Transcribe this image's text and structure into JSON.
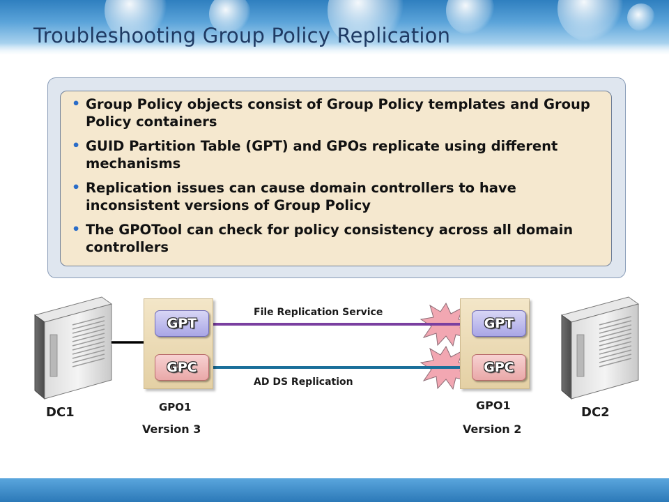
{
  "slide": {
    "title": "Troubleshooting Group Policy Replication"
  },
  "bullets": [
    "Group Policy objects consist of Group Policy templates and Group Policy containers",
    "GUID Partition Table (GPT) and GPOs replicate using different mechanisms",
    "Replication issues can cause domain controllers to have inconsistent versions of Group Policy",
    "The GPOTool can check for policy consistency across all domain controllers"
  ],
  "diagram": {
    "left_server": {
      "label": "DC1"
    },
    "right_server": {
      "label": "DC2"
    },
    "left_gpo": {
      "gpt": "GPT",
      "gpc": "GPC",
      "name": "GPO1",
      "version": "Version 3"
    },
    "right_gpo": {
      "gpt": "GPT",
      "gpc": "GPC",
      "name": "GPO1",
      "version": "Version 2"
    },
    "links": {
      "top": "File Replication Service",
      "bottom": "AD DS Replication"
    },
    "colors": {
      "frs_arrow": "#7a3fa0",
      "ad_arrow": "#1a6f9a",
      "burst": "#f2a7b2"
    },
    "icons": [
      "server-icon",
      "burst-icon",
      "arrow-icon"
    ]
  }
}
